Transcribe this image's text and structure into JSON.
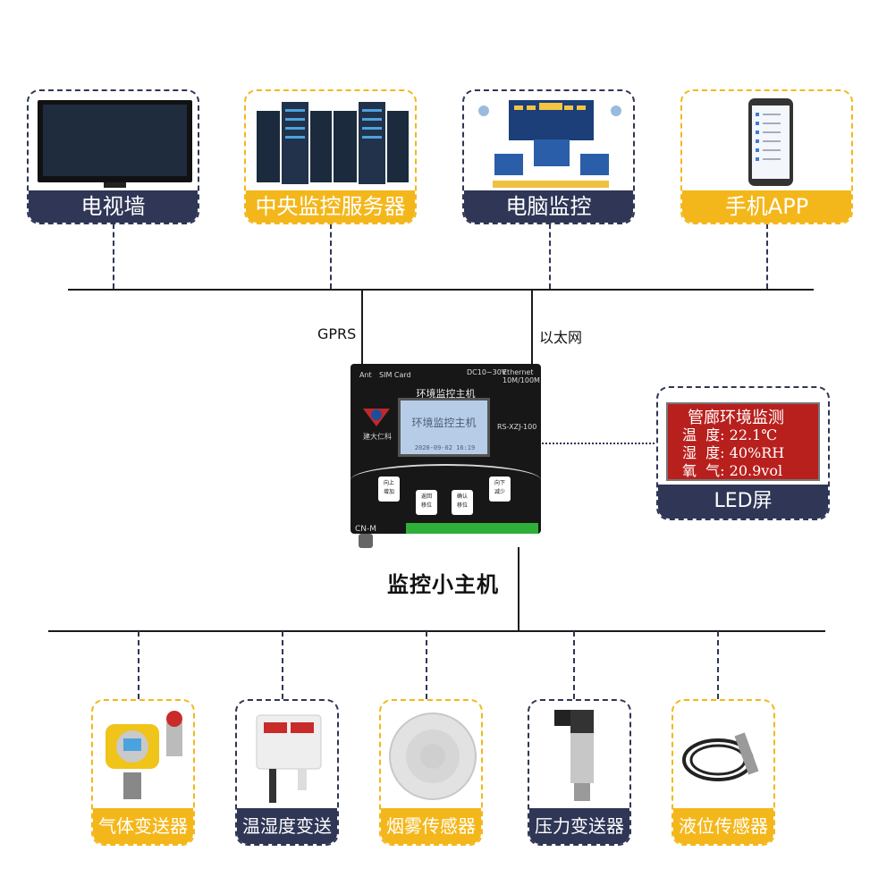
{
  "top_devices": [
    {
      "label": "电视墙",
      "style": "navy"
    },
    {
      "label": "中央监控服务器",
      "style": "gold"
    },
    {
      "label": "电脑监控",
      "style": "navy"
    },
    {
      "label": "手机APP",
      "style": "gold"
    }
  ],
  "edges": {
    "left": "GPRS",
    "right": "以太网"
  },
  "hub": {
    "title": "监控小主机",
    "ant": "Ant",
    "sim": "SIM Card",
    "power": "DC10~30V",
    "ethernet": "Ethernet",
    "speed": "10M/100M",
    "panel_title": "环境监控主机",
    "brand": "建大仁科",
    "model": "RS-XZJ-100",
    "lcd_text": "环境监控主机",
    "lcd_date": "2020-09-02 16:19",
    "buttons": [
      {
        "top": "向上",
        "bottom": "增加"
      },
      {
        "top": "返回",
        "bottom": "移位"
      },
      {
        "top": "确认",
        "bottom": "移位"
      },
      {
        "top": "向下",
        "bottom": "减少"
      }
    ],
    "connector": "CN-M"
  },
  "led": {
    "label": "LED屏",
    "lines": [
      "管廊环境监测",
      "温  度: 22.1℃",
      "湿  度: 40%RH",
      "氧  气: 20.9vol"
    ]
  },
  "bottom_devices": [
    {
      "label": "气体变送器",
      "style": "gold"
    },
    {
      "label": "温湿度变送器",
      "style": "navy"
    },
    {
      "label": "烟雾传感器",
      "style": "gold"
    },
    {
      "label": "压力变送器",
      "style": "navy"
    },
    {
      "label": "液位传感器",
      "style": "gold"
    }
  ],
  "colors": {
    "navy": "#2f3656",
    "gold": "#f4b71b",
    "terminal": "#2fae3a",
    "led_bg": "#b8201d"
  }
}
